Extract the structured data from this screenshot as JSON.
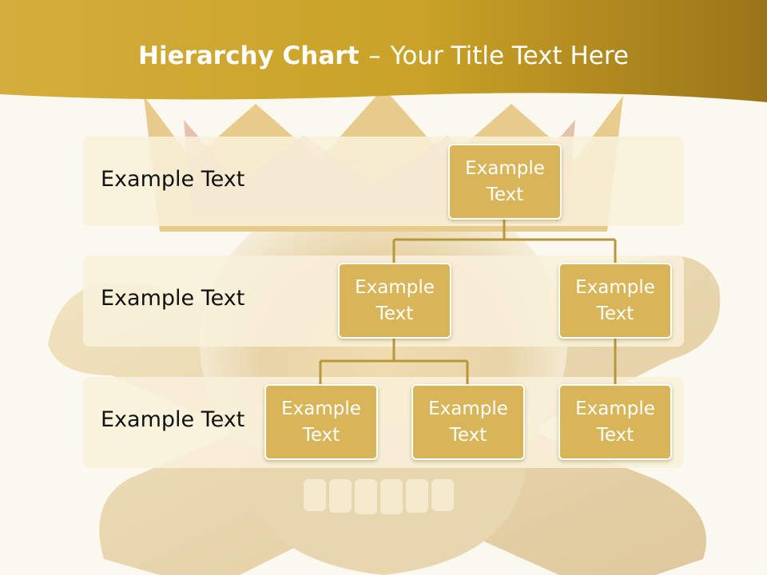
{
  "slide": {
    "title_bold": "Hierarchy Chart",
    "title_dash": "–",
    "title_rest": "Your Title Text Here"
  },
  "levels": [
    {
      "label": "Example Text"
    },
    {
      "label": "Example Text"
    },
    {
      "label": "Example Text"
    }
  ],
  "nodes": {
    "root": "Example Text",
    "level2_left": "Example Text",
    "level2_right": "Example Text",
    "level3_a": "Example Text",
    "level3_b": "Example Text",
    "level3_c": "Example Text"
  },
  "colors": {
    "header_gold": "#c9a227",
    "node_fill": "#d9b55a",
    "row_fill": "#f8f0da",
    "connector": "#b8973a"
  }
}
